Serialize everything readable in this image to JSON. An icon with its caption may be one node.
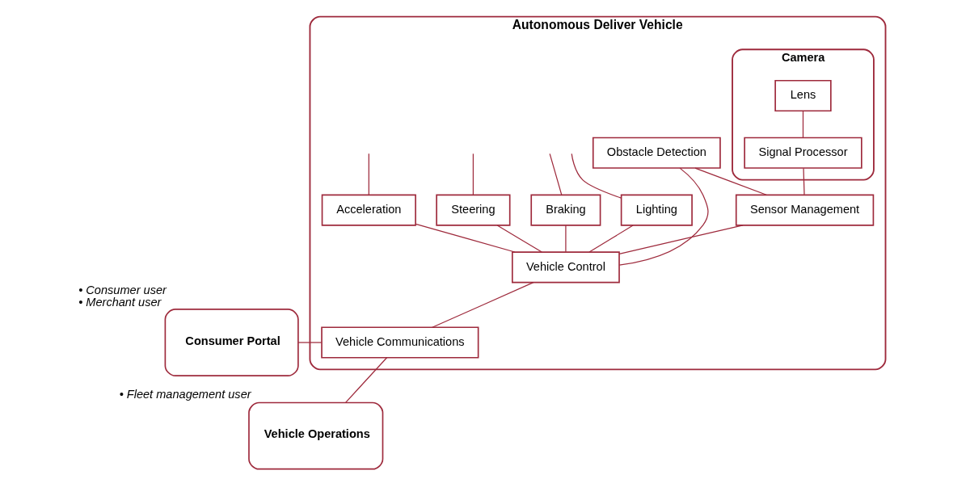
{
  "diagram": {
    "nodes": [
      {
        "text": [
          "Autonomous Deliver Vehicle"
        ]
      },
      {
        "text": [
          "Acceleration"
        ],
        "in": 0
      },
      {
        "text": [
          "Steering"
        ],
        "in": 0
      },
      {
        "text": [
          "Braking"
        ],
        "in": 0
      },
      {
        "text": [
          "Lighting"
        ],
        "in": 0
      },
      {
        "text": [
          "Vehicle Control"
        ],
        "in": 0
      },
      {
        "text": [
          "Camera"
        ],
        "in": 0
      },
      {
        "text": [
          "Lens"
        ],
        "in": 6
      },
      {
        "text": [
          "Signal Processor"
        ],
        "in": 6
      },
      {
        "text": [
          "Obstacle Detection"
        ],
        "in": 0
      },
      {
        "text": [
          "Sensor Management"
        ],
        "in": 0
      },
      {
        "text": [
          "Vehicle Communications"
        ],
        "in": 0
      },
      {
        "text": [
          "Consumer Portal"
        ],
        "beside": [
          "• Consumer user",
          "• Merchant user"
        ]
      },
      {
        "text": [
          "Vehicle Operations"
        ],
        "beside": [
          "• Fleet management user"
        ]
      }
    ],
    "edges": [
      {
        "from": null,
        "to": 1,
        "arrow": "none"
      },
      {
        "from": null,
        "to": 2,
        "arrow": "none"
      },
      {
        "from": null,
        "to": 3,
        "arrow": "none"
      },
      {
        "from": null,
        "to": 4,
        "arrow": "none"
      },
      {
        "from": 1,
        "to": 5,
        "arrow": "none"
      },
      {
        "from": 2,
        "to": 5,
        "arrow": "none"
      },
      {
        "from": 3,
        "to": 5,
        "arrow": "none"
      },
      {
        "from": 4,
        "to": 5,
        "arrow": "none"
      },
      {
        "from": 7,
        "to": 8,
        "arrow": "none"
      },
      {
        "from": 8,
        "to": 10,
        "arrow": "none"
      },
      {
        "from": 9,
        "to": 5,
        "arrow": "none"
      },
      {
        "from": 9,
        "to": 10,
        "arrow": "none"
      },
      {
        "from": 10,
        "to": 5,
        "arrow": "none"
      },
      {
        "from": 5,
        "to": 11,
        "arrow": "none"
      },
      {
        "from": 11,
        "to": 12,
        "arrow": "none"
      },
      {
        "from": 11,
        "to": 13,
        "arrow": "none"
      }
    ]
  }
}
